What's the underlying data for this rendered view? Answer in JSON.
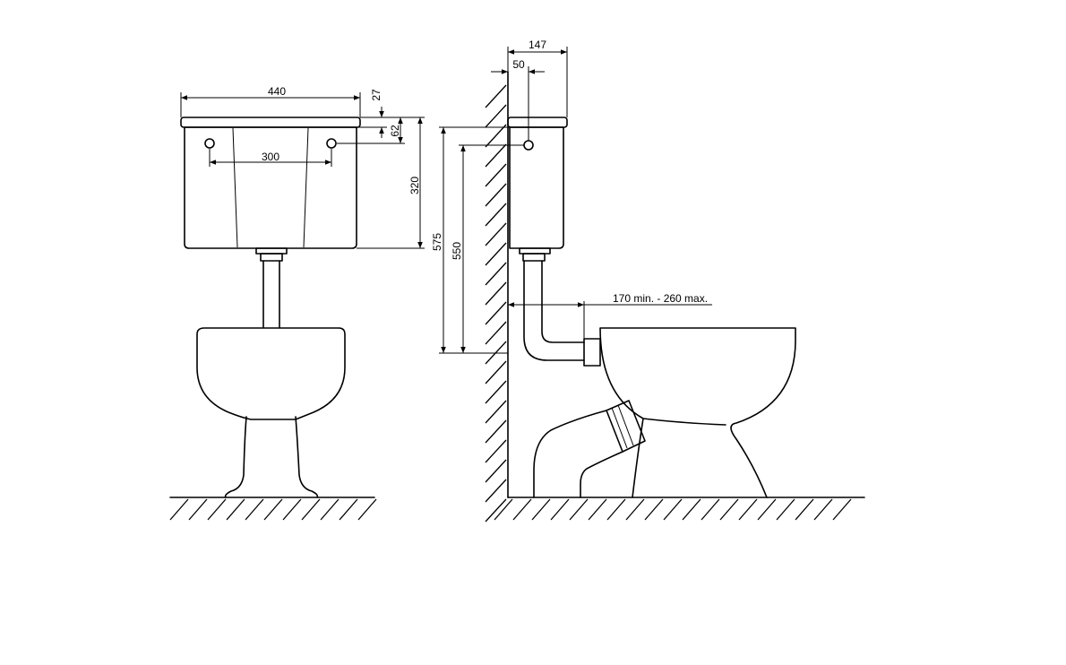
{
  "front_view": {
    "width_label": "440",
    "lid_label": "27",
    "inlet_offset_label": "62",
    "tank_height_label": "320",
    "inlet_spacing_label": "300"
  },
  "side_view": {
    "depth_label": "147",
    "inlet_depth_label": "50",
    "total_height_label": "575",
    "inlet_height_label": "550",
    "distance_label": "170 min. - 260 max."
  }
}
